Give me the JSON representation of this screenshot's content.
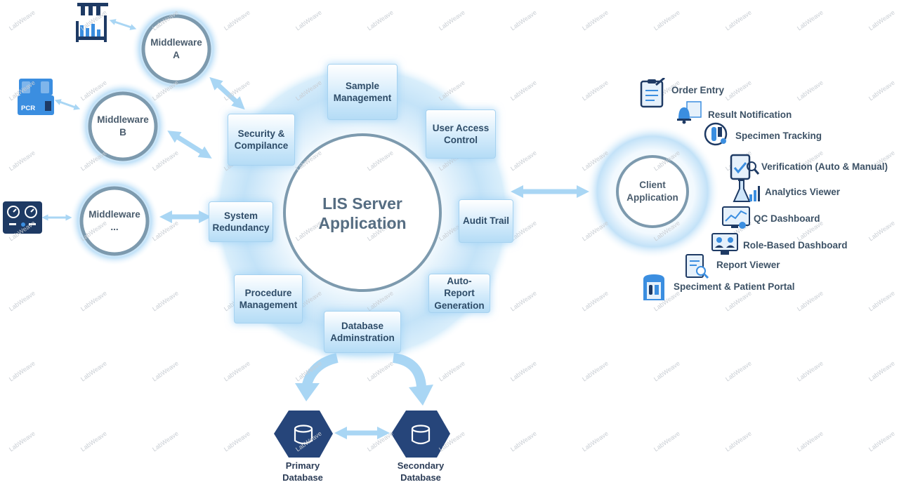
{
  "watermark": "LabWeave",
  "center": {
    "title": "LIS Server\nApplication"
  },
  "modules": [
    {
      "id": "sample-management",
      "label": "Sample\nManagement"
    },
    {
      "id": "user-access-control",
      "label": "User Access\nControl"
    },
    {
      "id": "audit-trail",
      "label": "Audit Trail"
    },
    {
      "id": "auto-report-generation",
      "label": "Auto-\nReport\nGeneration"
    },
    {
      "id": "database-administration",
      "label": "Database\nAdminstration"
    },
    {
      "id": "procedure-management",
      "label": "Procedure\nManagement"
    },
    {
      "id": "system-redundancy",
      "label": "System\nRedundancy"
    },
    {
      "id": "security-compliance",
      "label": "Security &\nCompilance"
    }
  ],
  "middleware": [
    {
      "id": "a",
      "label": "Middleware\nA",
      "device_icon": "test-tube-rack-icon"
    },
    {
      "id": "b",
      "label": "Middleware\nB",
      "device_icon": "pcr-machine-icon",
      "device_text": "PCR"
    },
    {
      "id": "more",
      "label": "Middleware\n...",
      "device_icon": "lab-analyzer-icon"
    }
  ],
  "client": {
    "label": "Client\nApplication"
  },
  "client_features": [
    {
      "label": "Order Entry",
      "icon": "clipboard-icon"
    },
    {
      "label": "Result Notification",
      "icon": "bell-notification-icon"
    },
    {
      "label": "Specimen Tracking",
      "icon": "specimen-tube-icon"
    },
    {
      "label": "Verification (Auto & Manual)",
      "icon": "verification-clipboard-icon"
    },
    {
      "label": "Analytics Viewer",
      "icon": "analytics-flask-icon"
    },
    {
      "label": "QC Dashboard",
      "icon": "qc-chart-icon"
    },
    {
      "label": "Role-Based Dashboard",
      "icon": "role-dashboard-icon"
    },
    {
      "label": "Report Viewer",
      "icon": "report-search-icon"
    },
    {
      "label": "Speciment & Patient Portal",
      "icon": "patient-portal-icon"
    }
  ],
  "databases": [
    {
      "id": "primary",
      "label": "Primary\nDatabase",
      "icon": "database-cylinder-icon"
    },
    {
      "id": "secondary",
      "label": "Secondary\nDatabase",
      "icon": "database-cylinder-icon"
    }
  ],
  "colors": {
    "ring_glow": "#bfe0f8",
    "ring_border": "#7d9aae",
    "arrow": "#a9d6f4",
    "hexagon": "#26457a",
    "icon_dark": "#1e3a64",
    "icon_blue": "#3b8ee0",
    "text": "#3d5266"
  }
}
